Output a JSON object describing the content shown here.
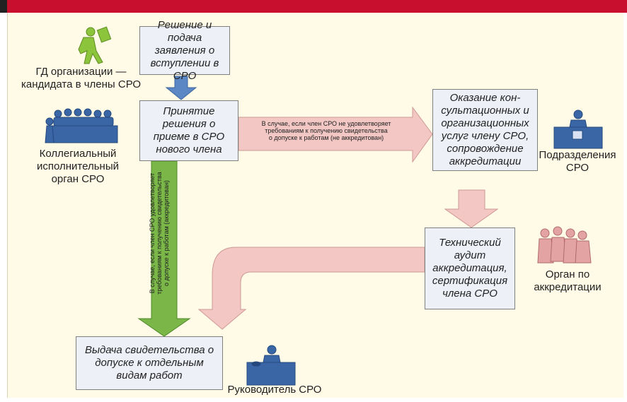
{
  "boxes": {
    "application": "Решение и подача\nзаявления о\nвступлении в СРО",
    "acceptance": "Принятие\nрешения о\nприеме в СРО\nнового члена",
    "consulting": "Оказание кон-\nсультационных и\nорганизационных\nуслуг члену СРО,\nсопровождение\nаккредитации",
    "audit": "Технический\nаудит\nаккредитация,\nсертификация\nчлена СРО",
    "issuance": "Выдача свидетельства о\nдопуске к отдельным\nвидам работ"
  },
  "actors": {
    "gd_candidate": "ГД организации —\nкандидата в члены СРО",
    "collegial_body": "Коллегиальный\nисполнительный\nорган СРО",
    "departments": "Подразделения\nСРО",
    "accreditation_body": "Орган по\nаккредитации",
    "director": "Руководитель СРО"
  },
  "notes": {
    "not_accredited": "В случае, если член СРО не удовлетворяет\nтребованиям к получению свидетельства\nо допуске к работам (не аккредитован)",
    "accredited": "В случае, если член СРО удовлетворяет\nтребованиям к получению свидетельства\nо допуске к работам (аккредитован)"
  },
  "colors": {
    "header_band": "#c8102e",
    "background": "#fffbe6",
    "box_fill": "#eef0f8",
    "blue_arrow": "#5b87c5",
    "pink_arrow": "#f2c7c4",
    "green_arrow": "#7ab648",
    "icon_blue": "#3a66a6",
    "icon_green": "#8cc43c",
    "icon_pink": "#e4a3a3"
  }
}
